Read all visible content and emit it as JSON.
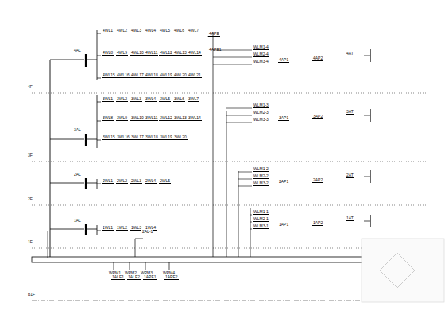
{
  "diagram": {
    "nodes": [
      {
        "text": [
          "4WL1"
        ]
      },
      {
        "text": [
          "4WL2"
        ]
      },
      {
        "text": [
          "4WL3"
        ]
      },
      {
        "text": [
          "4WL4"
        ]
      },
      {
        "text": [
          "4WL5"
        ]
      },
      {
        "text": [
          "4WL6"
        ]
      },
      {
        "text": [
          "4WL7"
        ]
      },
      {
        "text": [
          "4WL8"
        ]
      },
      {
        "text": [
          "4WL9"
        ]
      },
      {
        "text": [
          "4WL10"
        ]
      },
      {
        "text": [
          "4WL11"
        ]
      },
      {
        "text": [
          "4WL12"
        ]
      },
      {
        "text": [
          "4WL13"
        ]
      },
      {
        "text": [
          "4WL14"
        ]
      },
      {
        "text": [
          "4WL15"
        ]
      },
      {
        "text": [
          "4WL16"
        ]
      },
      {
        "text": [
          "4WL17"
        ]
      },
      {
        "text": [
          "4WL18"
        ]
      },
      {
        "text": [
          "4WL19"
        ]
      },
      {
        "text": [
          "4WL20"
        ]
      },
      {
        "text": [
          "4WL21"
        ]
      },
      {
        "text": [
          "3WL1"
        ]
      },
      {
        "text": [
          "3WL2"
        ]
      },
      {
        "text": [
          "3WL3"
        ]
      },
      {
        "text": [
          "3WL4"
        ]
      },
      {
        "text": [
          "3WL5"
        ]
      },
      {
        "text": [
          "3WL6"
        ]
      },
      {
        "text": [
          "3WL7"
        ]
      },
      {
        "text": [
          "3WL8"
        ]
      },
      {
        "text": [
          "3WL9"
        ]
      },
      {
        "text": [
          "3WL10"
        ]
      },
      {
        "text": [
          "3WL11"
        ]
      },
      {
        "text": [
          "3WL12"
        ]
      },
      {
        "text": [
          "3WL13"
        ]
      },
      {
        "text": [
          "3WL14"
        ]
      },
      {
        "text": [
          "3WL15"
        ]
      },
      {
        "text": [
          "3WL16"
        ]
      },
      {
        "text": [
          "3WL17"
        ]
      },
      {
        "text": [
          "3WL18"
        ]
      },
      {
        "text": [
          "3WL19"
        ]
      },
      {
        "text": [
          "3WL20"
        ]
      },
      {
        "text": [
          "2WL1"
        ]
      },
      {
        "text": [
          "2WL2"
        ]
      },
      {
        "text": [
          "2WL3"
        ]
      },
      {
        "text": [
          "2WL4"
        ]
      },
      {
        "text": [
          "2WL5"
        ]
      },
      {
        "text": [
          "1WL1"
        ]
      },
      {
        "text": [
          "1WL2"
        ]
      },
      {
        "text": [
          "1WL3"
        ]
      },
      {
        "text": [
          "1WL4"
        ]
      },
      {
        "text": [
          "WLM1-4"
        ]
      },
      {
        "text": [
          "WLM2-4"
        ]
      },
      {
        "text": [
          "WLM3-4"
        ]
      },
      {
        "text": [
          "4AP1"
        ]
      },
      {
        "text": [
          "4AP2"
        ]
      },
      {
        "text": [
          "4AT"
        ]
      },
      {
        "text": [
          "WLM1-3"
        ]
      },
      {
        "text": [
          "WLM2-3"
        ]
      },
      {
        "text": [
          "WLM3-3"
        ]
      },
      {
        "text": [
          "3AP1"
        ]
      },
      {
        "text": [
          "3AP2"
        ]
      },
      {
        "text": [
          "3AT"
        ]
      },
      {
        "text": [
          "WLM1-2"
        ]
      },
      {
        "text": [
          "WLM2-2"
        ]
      },
      {
        "text": [
          "WLM3-2"
        ]
      },
      {
        "text": [
          "2AP1"
        ]
      },
      {
        "text": [
          "2AP2"
        ]
      },
      {
        "text": [
          "2AT"
        ]
      },
      {
        "text": [
          "WLM1-1"
        ]
      },
      {
        "text": [
          "WLM2-1"
        ]
      },
      {
        "text": [
          "WLM3-1"
        ]
      },
      {
        "text": [
          "1AP1"
        ]
      },
      {
        "text": [
          "1AP2"
        ]
      },
      {
        "text": [
          "1AT"
        ]
      },
      {
        "text": [
          "1ALE1"
        ]
      },
      {
        "text": [
          "1ALE2"
        ]
      },
      {
        "text": [
          "1APE1"
        ]
      },
      {
        "text": [
          "1APE2"
        ]
      },
      {
        "text": [
          "4APE"
        ]
      },
      {
        "text": [
          "4APE1"
        ]
      }
    ],
    "labels": [
      "4F",
      "3F",
      "2F",
      "1F",
      "B1F",
      "4AL",
      "3AL",
      "2AL",
      "1AL",
      "2AL-1",
      "WPM1",
      "WPM2",
      "WPM3",
      "WPM4"
    ]
  }
}
